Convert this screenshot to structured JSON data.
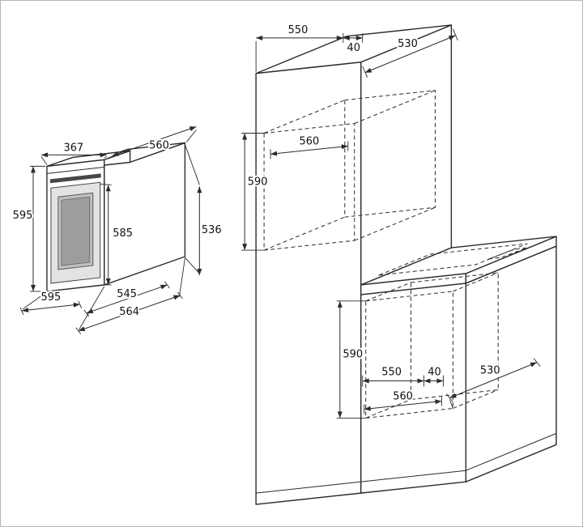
{
  "colors": {
    "background": "#ffffff",
    "page_border": "#b5b5b5",
    "line": "#2b2b2b",
    "label_text": "#111111",
    "oven_door": "#e3e3e3",
    "oven_window": "#c0c0c0",
    "oven_window_inner": "#9d9d9d",
    "oven_handle": "#474747"
  },
  "oven": {
    "dims": {
      "top_width": "367",
      "top_depth": "560",
      "height": "595",
      "front_height": "585",
      "rear_height": "536",
      "bottom_width": "595",
      "body_depth": "545",
      "overall_depth": "564"
    }
  },
  "cabinet": {
    "tall_unit": {
      "top_depth": "550",
      "rear_gap": "40",
      "top_diag": "530",
      "niche_width": "560",
      "niche_height": "590"
    },
    "base_unit": {
      "niche_height": "590",
      "depth": "550",
      "rear_gap": "40",
      "diag": "530",
      "niche_width": "560"
    }
  }
}
